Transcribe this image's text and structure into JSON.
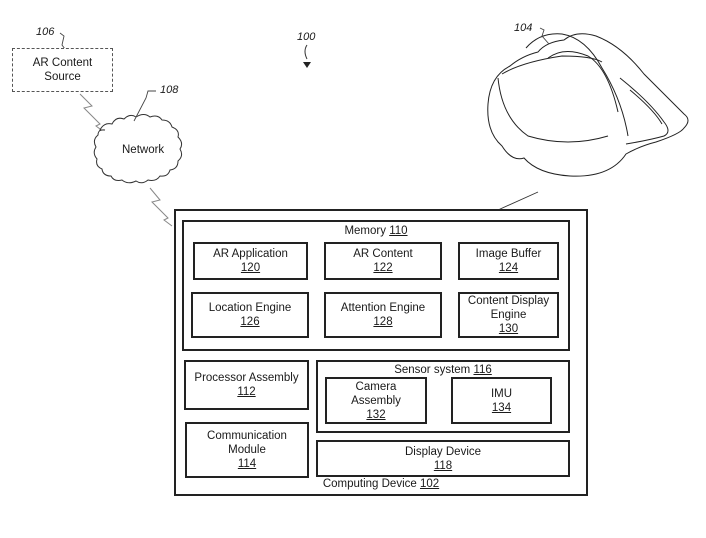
{
  "figure": {
    "ref_system": "100",
    "ref_hmd": "104",
    "ref_source": "106",
    "ref_network": "108"
  },
  "ar_content_source": {
    "label_line1": "AR Content",
    "label_line2": "Source"
  },
  "network": {
    "label": "Network"
  },
  "computing_device": {
    "label": "Computing Device",
    "number": "102"
  },
  "memory": {
    "label": "Memory",
    "number": "110",
    "items": [
      {
        "lines": [
          "AR Application"
        ],
        "number": "120"
      },
      {
        "lines": [
          "AR Content"
        ],
        "number": "122"
      },
      {
        "lines": [
          "Image Buffer"
        ],
        "number": "124"
      },
      {
        "lines": [
          "Location Engine"
        ],
        "number": "126"
      },
      {
        "lines": [
          "Attention Engine"
        ],
        "number": "128"
      },
      {
        "lines": [
          "Content Display",
          "Engine"
        ],
        "number": "130"
      }
    ]
  },
  "processor_assembly": {
    "label": "Processor Assembly",
    "number": "112"
  },
  "communication_module": {
    "label_line1": "Communication",
    "label_line2": "Module",
    "number": "114"
  },
  "sensor_system": {
    "label": "Sensor system",
    "number": "116",
    "camera": {
      "label_line1": "Camera",
      "label_line2": "Assembly",
      "number": "132"
    },
    "imu": {
      "label": "IMU",
      "number": "134"
    }
  },
  "display_device": {
    "label": "Display Device",
    "number": "118"
  }
}
